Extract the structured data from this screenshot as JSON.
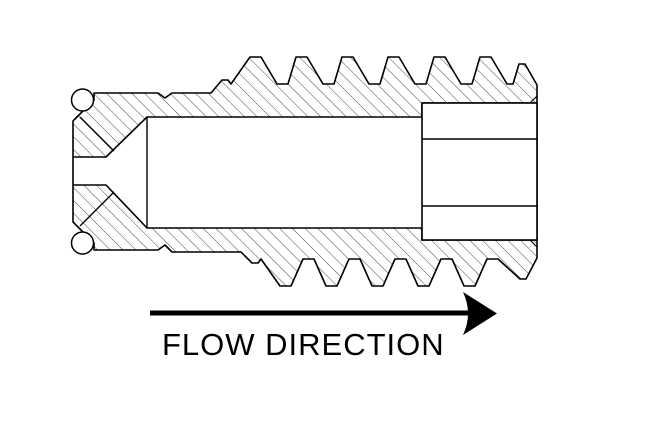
{
  "diagram": {
    "type": "technical-cross-section",
    "labels": {
      "flow_direction": "FLOW DIRECTION"
    },
    "colors": {
      "line": "#000000",
      "hatch": "#4a4a4a",
      "background": "#ffffff"
    },
    "features": {
      "arrow_icon": "right-arrow",
      "oring_count": "2",
      "hex_section_lines": "2"
    }
  }
}
